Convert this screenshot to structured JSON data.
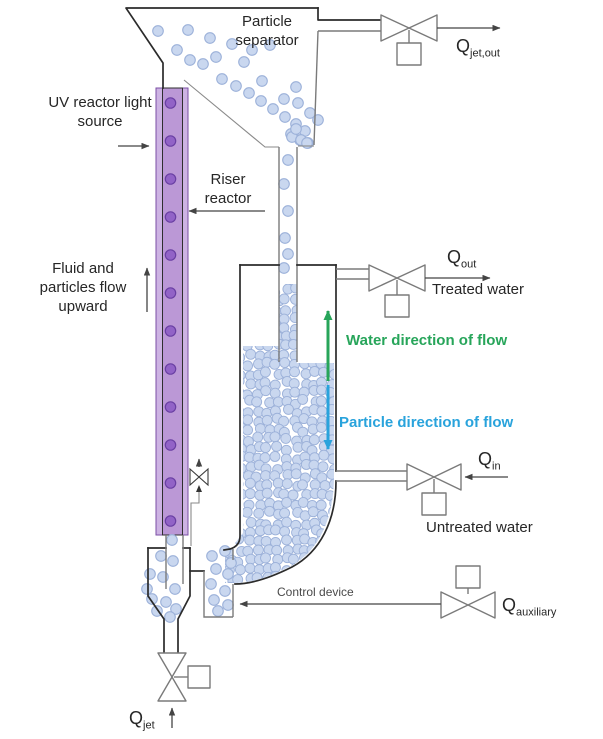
{
  "labels": {
    "particle_separator": "Particle separator",
    "uv_reactor": "UV reactor light source",
    "riser_reactor": "Riser reactor",
    "fluid_flow": "Fluid and particles flow upward",
    "water_direction": "Water direction of flow",
    "particle_direction": "Particle direction of flow",
    "treated_water": "Treated water",
    "untreated_water": "Untreated water",
    "control_device": "Control device"
  },
  "flows": {
    "jet_out": {
      "base": "Q",
      "sub": "jet,out"
    },
    "out": {
      "base": "Q",
      "sub": "out"
    },
    "in": {
      "base": "Q",
      "sub": "in"
    },
    "auxiliary": {
      "base": "Q",
      "sub": "auxiliary"
    },
    "jet": {
      "base": "Q",
      "sub": "jet"
    }
  },
  "colors": {
    "outline": "#2b2b2b",
    "pipe": "#7a7a7a",
    "arrow": "#444444",
    "particle_fill": "#c9d7ef",
    "particle_stroke": "#9cb1d9",
    "riser_fill": "#cdb3e3",
    "riser_inner": "#bb98d6",
    "riser_border": "#7b4fa6",
    "riser_dot_fill": "#9263c7",
    "riser_dot_stroke": "#6a3fa3",
    "water_flow": "#27a55a",
    "particle_flow": "#29a3dc"
  }
}
